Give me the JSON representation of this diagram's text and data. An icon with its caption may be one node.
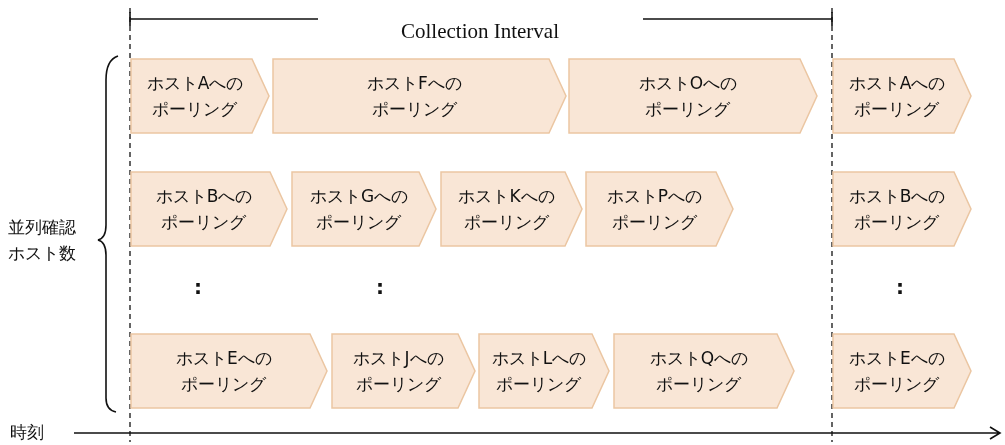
{
  "diagram": {
    "nodes": [
      {
        "text": [
          "ホストAへのポーリング"
        ]
      },
      {
        "text": [
          "ホストFへのポーリング"
        ]
      },
      {
        "text": [
          "ホストOへのポーリング"
        ]
      },
      {
        "text": [
          "ホストAへのポーリング"
        ]
      },
      {
        "text": [
          "ホストBへのポーリング"
        ]
      },
      {
        "text": [
          "ホストGへのポーリング"
        ]
      },
      {
        "text": [
          "ホストKへのポーリング"
        ]
      },
      {
        "text": [
          "ホストPへのポーリング"
        ]
      },
      {
        "text": [
          "ホストBへのポーリング"
        ]
      },
      {
        "text": [
          "ホストEへのポーリング"
        ]
      },
      {
        "text": [
          "ホストJへのポーリング"
        ]
      },
      {
        "text": [
          "ホストLへのポーリング"
        ]
      },
      {
        "text": [
          "ホストQへのポーリング"
        ]
      },
      {
        "text": [
          "ホストEへのポーリング"
        ]
      }
    ],
    "edges": [],
    "labels": [
      "Collection Interval",
      "並列確認ホスト数",
      ":",
      ":",
      ":",
      "時刻"
    ]
  }
}
